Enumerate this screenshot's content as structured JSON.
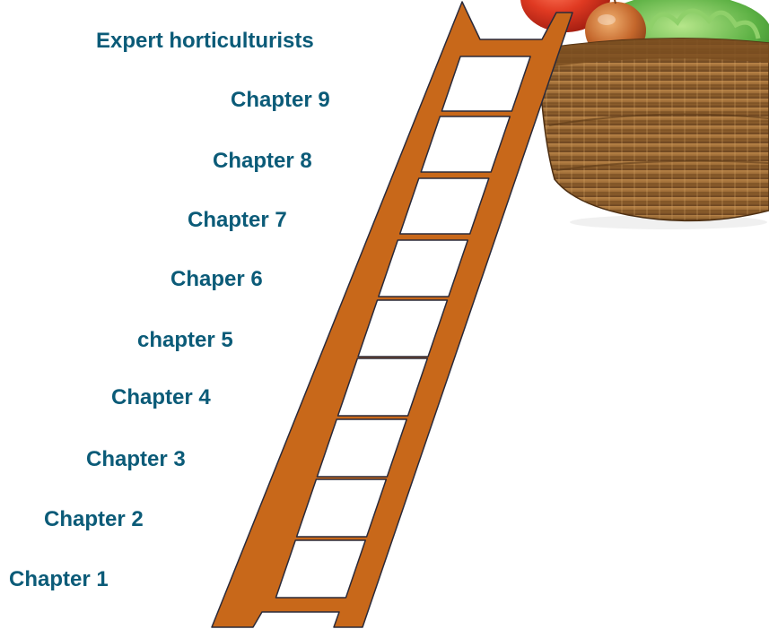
{
  "colors": {
    "label_text": "#0b5b78",
    "ladder_fill": "#c8681a",
    "ladder_stroke": "#2a2a3a",
    "basket_wicker": "#9a6a34",
    "tomato": "#d8321f",
    "onion": "#c4672c",
    "lettuce": "#5bb043"
  },
  "steps": [
    {
      "label": "Chapter 1"
    },
    {
      "label": "Chapter 2"
    },
    {
      "label": "Chapter 3"
    },
    {
      "label": "Chapter 4"
    },
    {
      "label": "chapter 5"
    },
    {
      "label": "Chaper 6"
    },
    {
      "label": "Chapter 7"
    },
    {
      "label": "Chapter 8"
    },
    {
      "label": "Chapter 9"
    },
    {
      "label": "Expert horticulturists"
    }
  ],
  "illustration": {
    "ladder_rungs": 9,
    "basket_contents": [
      "tomato-icon",
      "onion-icon",
      "lettuce-icon"
    ]
  }
}
